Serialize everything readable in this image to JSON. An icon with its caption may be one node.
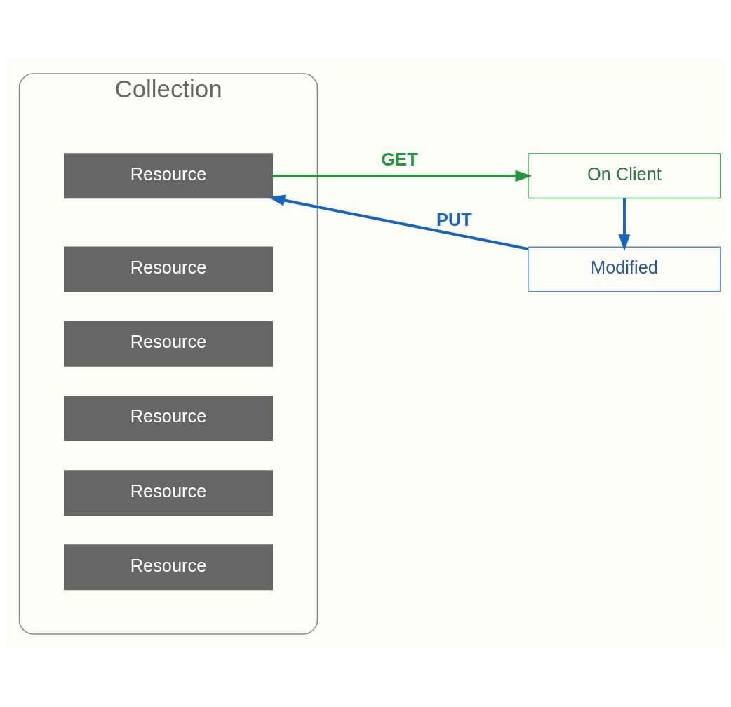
{
  "diagram": {
    "nodes": [
      {
        "text": [
          "Collection"
        ]
      },
      {
        "text": [
          "Resource"
        ],
        "in": 0
      },
      {
        "text": [
          "Resource"
        ],
        "in": 0
      },
      {
        "text": [
          "Resource"
        ],
        "in": 0
      },
      {
        "text": [
          "Resource"
        ],
        "in": 0
      },
      {
        "text": [
          "Resource"
        ],
        "in": 0
      },
      {
        "text": [
          "Resource"
        ],
        "in": 0
      },
      {
        "text": [
          "On Client"
        ]
      },
      {
        "text": [
          "Modified"
        ]
      }
    ],
    "edges": [
      {
        "from": 1,
        "to": 7,
        "arrow": "to",
        "label": "GET",
        "color": "#1e9a3c"
      },
      {
        "from": 7,
        "to": 8,
        "arrow": "to",
        "color": "#1565c8"
      },
      {
        "from": 8,
        "to": 1,
        "arrow": "to",
        "label": "PUT",
        "color": "#1565c8"
      }
    ]
  }
}
